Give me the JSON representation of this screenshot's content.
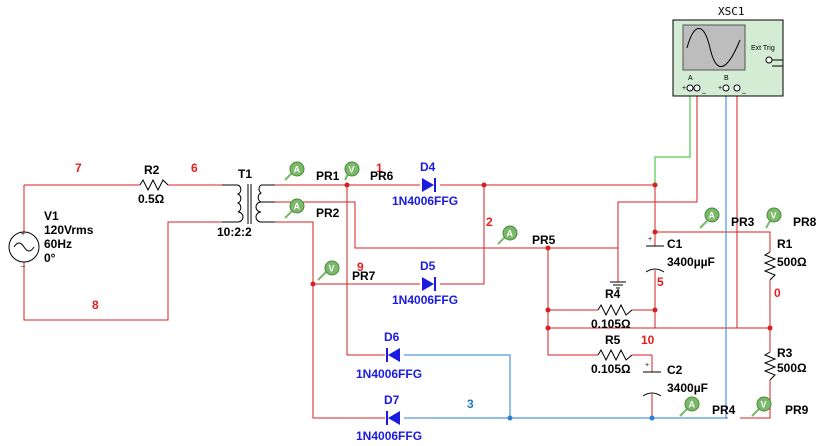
{
  "sources": {
    "v1": {
      "ref": "V1",
      "amplitude": "120Vrms",
      "frequency": "60Hz",
      "phase": "0°"
    }
  },
  "resistors": {
    "r1": {
      "ref": "R1",
      "value": "500Ω"
    },
    "r2": {
      "ref": "R2",
      "value": "0.5Ω"
    },
    "r3": {
      "ref": "R3",
      "value": "500Ω"
    },
    "r4": {
      "ref": "R4",
      "value": "0.105Ω"
    },
    "r5": {
      "ref": "R5",
      "value": "0.105Ω"
    }
  },
  "transformer": {
    "ref": "T1",
    "ratio": "10:2:2"
  },
  "diodes": {
    "d4": {
      "ref": "D4",
      "model": "1N4006FFG"
    },
    "d5": {
      "ref": "D5",
      "model": "1N4006FFG"
    },
    "d6": {
      "ref": "D6",
      "model": "1N4006FFG"
    },
    "d7": {
      "ref": "D7",
      "model": "1N4006FFG"
    }
  },
  "capacitors": {
    "c1": {
      "ref": "C1",
      "value": "3400µµF"
    },
    "c2": {
      "ref": "C2",
      "value": "3400µF"
    }
  },
  "probes": {
    "pr1": {
      "ref": "PR1",
      "symbol": "A"
    },
    "pr2": {
      "ref": "PR2",
      "symbol": "A"
    },
    "pr3": {
      "ref": "PR3",
      "symbol": "A"
    },
    "pr4": {
      "ref": "PR4",
      "symbol": "A"
    },
    "pr5": {
      "ref": "PR5",
      "symbol": "A"
    },
    "pr6": {
      "ref": "PR6",
      "symbol": "V"
    },
    "pr7": {
      "ref": "PR7",
      "symbol": "V"
    },
    "pr8": {
      "ref": "PR8",
      "symbol": "V"
    },
    "pr9": {
      "ref": "PR9",
      "symbol": "V"
    }
  },
  "nets": {
    "n0": "0",
    "n1": "1",
    "n2": "2",
    "n3": "3",
    "n5": "5",
    "n6": "6",
    "n7": "7",
    "n8": "8",
    "n9": "9",
    "n10": "10"
  },
  "oscilloscope": {
    "ref": "XSC1",
    "channel_a": "A",
    "channel_b": "B",
    "ext_trig": "Ext Trig",
    "plus": "+",
    "minus": "_"
  },
  "colors": {
    "wire_red": "#d42020",
    "wire_blue": "#2a7fd4",
    "wire_green": "#2bbf2b",
    "diode_blue": "#1a1ae0",
    "net_red": "#e02020",
    "net_blue": "#1f78c8",
    "probe_green": "#7ab86a",
    "scope_body": "#d4ecd4"
  }
}
